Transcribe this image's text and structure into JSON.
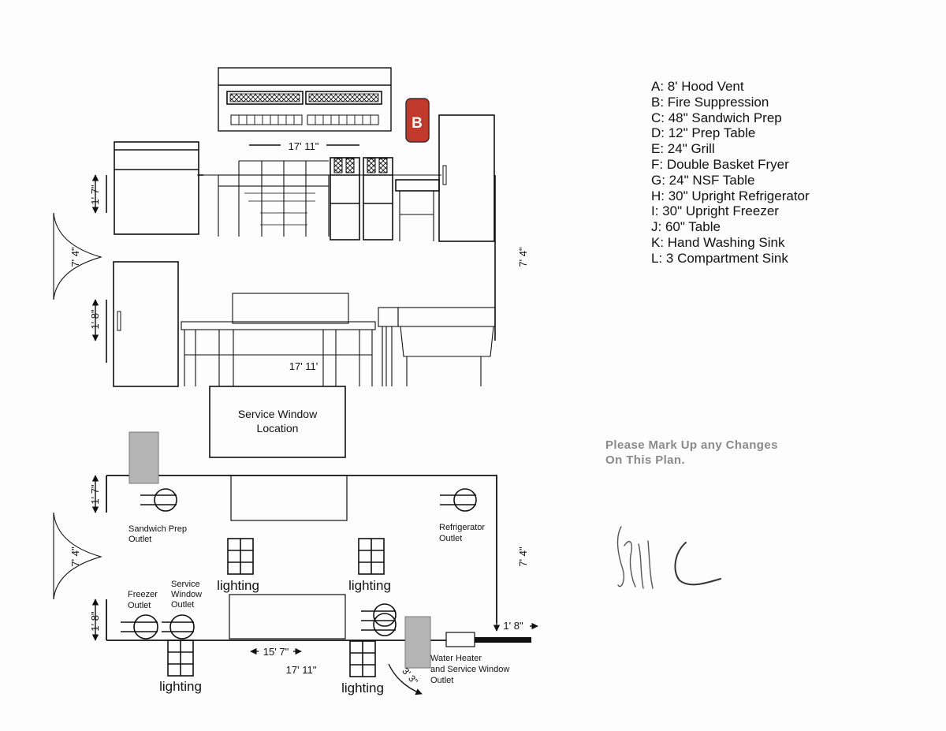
{
  "legend": {
    "items": [
      "A:  8' Hood Vent",
      "B:  Fire Suppression",
      "C:  48\" Sandwich Prep",
      "D:  12\" Prep Table",
      "E:  24\" Grill",
      "F:  Double Basket Fryer",
      "G:  24\" NSF Table",
      "H:  30\" Upright Refrigerator",
      "I:   30\" Upright Freezer",
      "J:  60\" Table",
      "K:  Hand Washing Sink",
      "L:  3 Compartment Sink"
    ]
  },
  "fire_suppression_badge": "B",
  "equipment_plan": {
    "dim_top_width": "17' 11\"",
    "dim_mid_width": "17' 11'",
    "dim_left_upper": "1' 7\"",
    "dim_left_door": "7' 4\"",
    "dim_left_lower": "1' 8\"",
    "dim_right": "7' 4\"",
    "service_window_line1": "Service Window",
    "service_window_line2": "Location"
  },
  "electrical_plan": {
    "dim_left_upper": "1' 7\"",
    "dim_left_door": "7' 4\"",
    "dim_left_lower": "1' 8\"",
    "dim_right": "7' 4\"",
    "dim_right_small": "1' 8\"",
    "dim_bottom_inner": "15' 7\"",
    "dim_bottom_total": "17' 11\"",
    "dim_door_swing": "3' 3\"",
    "sandwich_outlet_line1": "Sandwich Prep",
    "sandwich_outlet_line2": "Outlet",
    "refrigerator_outlet_line1": "Refrigerator",
    "refrigerator_outlet_line2": "Outlet",
    "freezer_outlet_line1": "Freezer",
    "freezer_outlet_line2": "Outlet",
    "service_outlet_line1": "Service",
    "service_outlet_line2": "Window",
    "service_outlet_line3": "Outlet",
    "water_heater_line1": "Water Heater",
    "water_heater_line2": "and Service Window",
    "water_heater_line3": "Outlet",
    "lighting_label": "lighting"
  },
  "note": {
    "line1": "Please Mark Up any Changes",
    "line2": "On This Plan."
  },
  "colors": {
    "ink": "#111111",
    "badge_fill": "#c0392b",
    "gray_box": "#b5b5b5",
    "note_gray": "#8a8a8a"
  }
}
